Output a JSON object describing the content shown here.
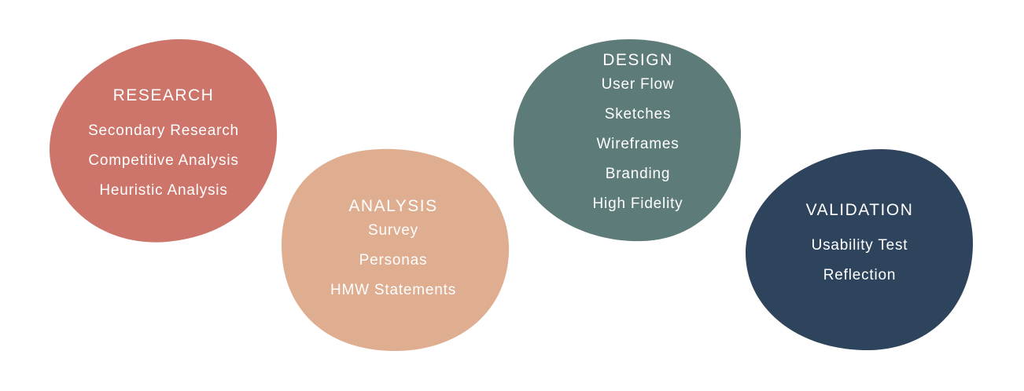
{
  "colors": {
    "research": "#CD756A",
    "analysis": "#DFAD90",
    "design": "#5D7B79",
    "validation": "#2E435C"
  },
  "stages": [
    {
      "title": "RESEARCH",
      "items": [
        "Secondary Research",
        "Competitive Analysis",
        "Heuristic Analysis"
      ]
    },
    {
      "title": "ANALYSIS",
      "items": [
        "Survey",
        "Personas",
        "HMW Statements"
      ]
    },
    {
      "title": "DESIGN",
      "items": [
        "User Flow",
        "Sketches",
        "Wireframes",
        "Branding",
        "High Fidelity"
      ]
    },
    {
      "title": "VALIDATION",
      "items": [
        "Usability Test",
        "Reflection"
      ]
    }
  ]
}
